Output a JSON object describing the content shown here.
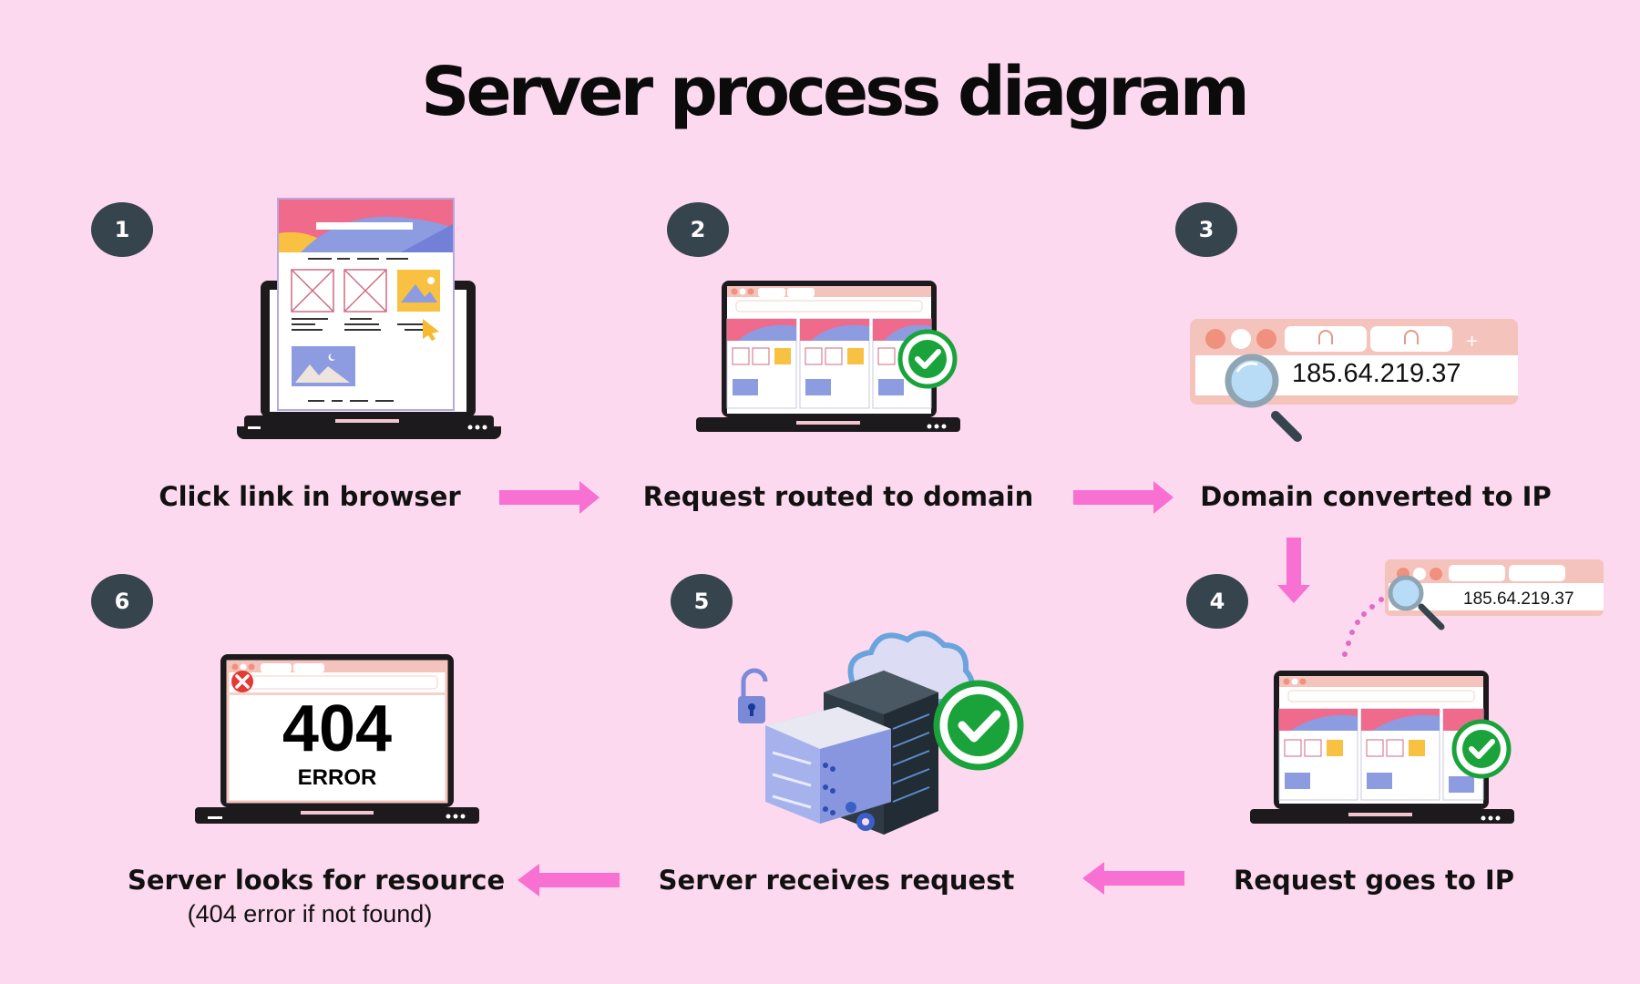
{
  "title": "Server process diagram",
  "colors": {
    "background": "#fdd9f0",
    "badge": "#36444d",
    "arrow": "#f870d2",
    "check": "#1aa33a",
    "error": "#e53935"
  },
  "steps": [
    {
      "number": "1",
      "label": "Click link in browser",
      "illustration": "laptop-webpage-click-icon"
    },
    {
      "number": "2",
      "label": "Request routed to domain",
      "illustration": "laptop-browser-check-icon"
    },
    {
      "number": "3",
      "label": "Domain converted to IP",
      "illustration": "browser-search-ip-icon",
      "ip": "185.64.219.37"
    },
    {
      "number": "4",
      "label": "Request goes to IP",
      "illustration": "laptop-ip-check-icon",
      "ip": "185.64.219.37"
    },
    {
      "number": "5",
      "label": "Server receives request",
      "illustration": "server-cloud-check-icon"
    },
    {
      "number": "6",
      "label": "Server looks for resource",
      "sublabel": "(404 error if not found)",
      "illustration": "laptop-404-error-icon",
      "error_code": "404",
      "error_text": "ERROR"
    }
  ],
  "arrows": [
    {
      "from": "1",
      "to": "2",
      "direction": "right"
    },
    {
      "from": "2",
      "to": "3",
      "direction": "right"
    },
    {
      "from": "3",
      "to": "4",
      "direction": "down"
    },
    {
      "from": "4",
      "to": "5",
      "direction": "left"
    },
    {
      "from": "5",
      "to": "6",
      "direction": "left"
    }
  ]
}
